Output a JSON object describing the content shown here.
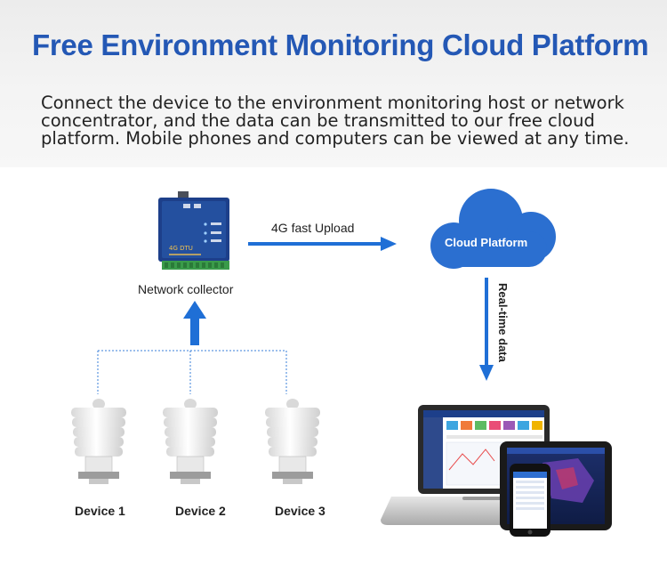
{
  "header": {
    "title": "Free Environment Monitoring Cloud Platform",
    "description": "Connect the device to the environment monitoring host or network concentrator, and the data can be transmitted to our free cloud platform. Mobile phones and computers can be viewed at any time."
  },
  "collector": {
    "label": "Network collector",
    "device_text": "4G DTU"
  },
  "upload_arrow": {
    "label": "4G fast Upload"
  },
  "cloud": {
    "label": "Cloud Platform"
  },
  "realtime_arrow": {
    "label": "Real-time data"
  },
  "devices": [
    {
      "label": "Device 1"
    },
    {
      "label": "Device 2"
    },
    {
      "label": "Device 3"
    }
  ],
  "colors": {
    "title": "#2458b5",
    "arrow": "#1f6fd6",
    "cloud": "#2b6fd0",
    "dashed_line": "#3a7fd8"
  }
}
